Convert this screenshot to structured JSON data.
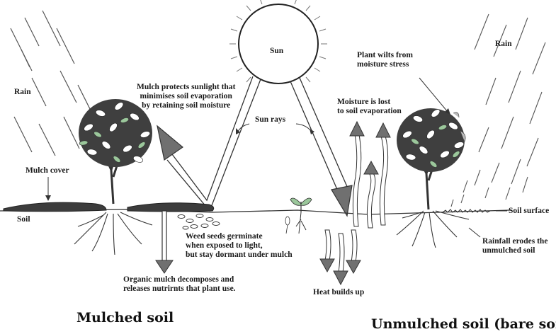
{
  "labels": {
    "rain_left": "Rain",
    "rain_right": "Rain",
    "sun": "Sun",
    "sun_rays": "Sun rays",
    "mulch_protects": "Mulch protects sunlight that\nminimises soil evaporation\nby retaining soil moisture",
    "mulch_cover": "Mulch cover",
    "soil": "Soil",
    "weed_seeds": "Weed seeds germinate\nwhen exposed to light,\nbut stay dormant under mulch",
    "organic_mulch": "Organic mulch decomposes and\nreleases nutrirnts that plant use.",
    "moisture_lost": "Moisture is lost\nto soil evaporation",
    "plant_wilts": "Plant wilts from\nmoisture stress",
    "heat_builds": "Heat builds up",
    "soil_surface": "Soil surface",
    "rainfall_erodes": "Rainfall erodes the\nunmulched soil"
  },
  "headings": {
    "mulched": "Mulched soil",
    "unmulched": "Unmulched soil (bare soil)"
  },
  "colors": {
    "arrow_fill": "#707070",
    "line": "#333333",
    "foliage_dark": "#4a4a4a",
    "foliage_light": "#9bc79b",
    "mulch": "#3c3c3c"
  }
}
